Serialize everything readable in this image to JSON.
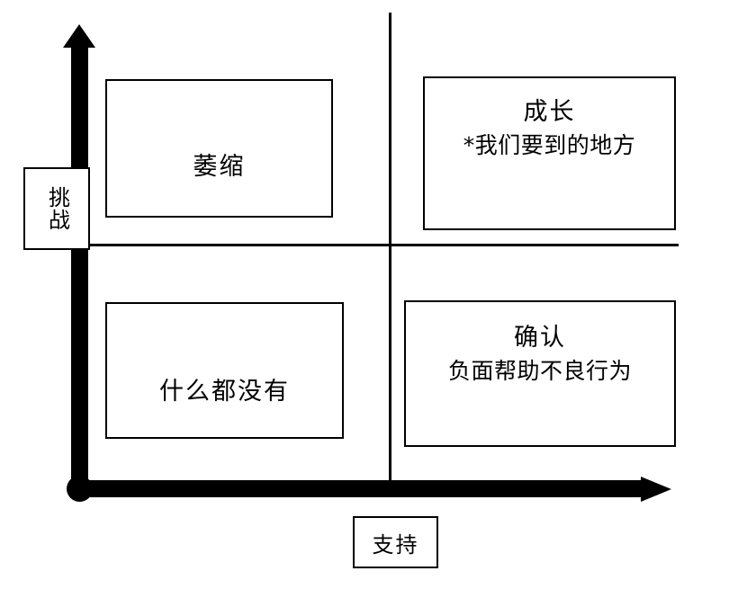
{
  "diagram": {
    "type": "2x2-matrix",
    "axes": {
      "y_label": "挑战",
      "x_label": "支持"
    },
    "quadrants": [
      {
        "position": "top-left",
        "title": "萎缩",
        "subtitle": ""
      },
      {
        "position": "top-right",
        "title": "成长",
        "subtitle": "*我们要到的地方"
      },
      {
        "position": "bottom-left",
        "title": "什么都没有",
        "subtitle": ""
      },
      {
        "position": "bottom-right",
        "title": "确认",
        "subtitle": "负面帮助不良行为"
      }
    ],
    "colors": {
      "stroke": "#000000",
      "background": "#ffffff"
    }
  }
}
